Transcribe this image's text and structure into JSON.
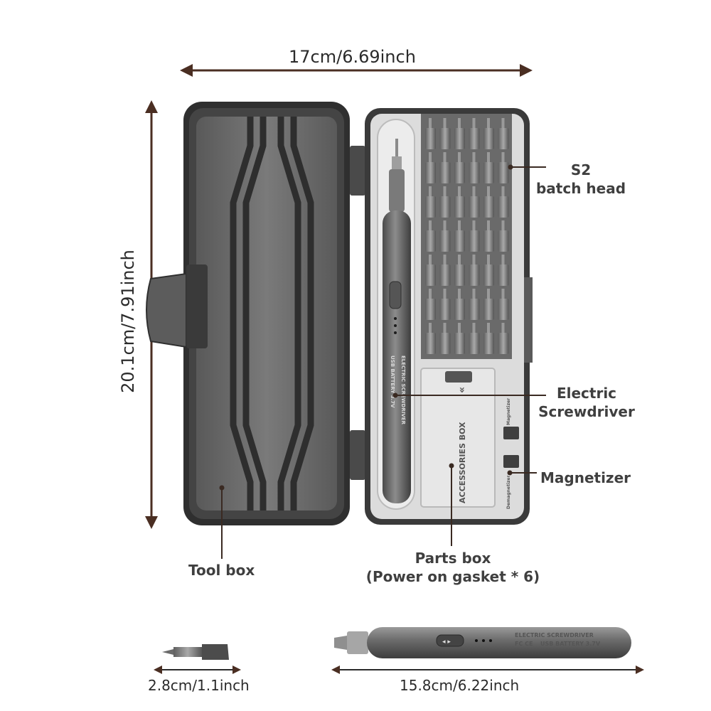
{
  "dimensions": {
    "width": "17cm/6.69inch",
    "height": "20.1cm/7.91inch",
    "bit_length": "2.8cm/1.1inch",
    "screwdriver_length": "15.8cm/6.22inch"
  },
  "callouts": {
    "s2_line1": "S2",
    "s2_line2": "batch head",
    "screwdriver_line1": "Electric",
    "screwdriver_line2": "Screwdriver",
    "magnetizer": "Magnetizer",
    "parts_line1": "Parts box",
    "parts_line2": "(Power on gasket * 6)",
    "tool_box": "Tool box"
  },
  "printed_text": {
    "screwdriver_brand": "ELECTRIC SCREWDRIVER",
    "screwdriver_battery": "USB BATTERY 3.7V",
    "screwdriver_fc": "FC CE",
    "accessories_box": "ACCESSORIES BOX",
    "magnetizer_label": "Magnetizer",
    "demagnetizer_label": "Demagnetizer"
  },
  "colors": {
    "case_dark": "#3b3b3b",
    "case_inner": "#6e6e6e",
    "tray_light": "#dcdcdc",
    "arrow": "#4a2e22",
    "label_text": "#3f3f3f"
  },
  "bit_grid": {
    "columns": 6,
    "rows": 7
  }
}
